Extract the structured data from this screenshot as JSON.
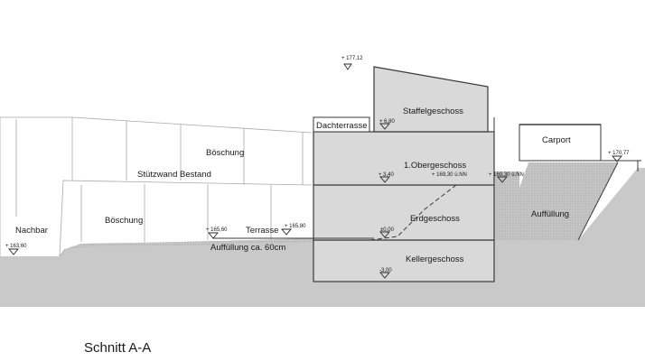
{
  "title": "Schnitt A-A",
  "labels": {
    "staffelgeschoss": "Staffelgeschoss",
    "dachterrasse": "Dachterrasse",
    "obergeschoss": "1.Obergeschoss",
    "erdgeschoss": "Erdgeschoss",
    "kellergeschoss": "Kellergeschoss",
    "carport": "Carport",
    "auffuellung_right": "Auffüllung",
    "auffuellung_left": "Auffüllung ca. 60cm",
    "boeschung_upper": "Böschung",
    "boeschung_lower": "Böschung",
    "stuetzwand": "Stützwand Bestand",
    "nachbar": "Nachbar",
    "terrasse": "Terrasse"
  },
  "elevations": {
    "roof_top": "+ 177,12",
    "staffel_floor": "+ 6,80",
    "og_floor": "+ 3,40",
    "og_nn": "+ 169,30 ü.NN",
    "right_nn": "+ 169,30 ü.NN",
    "carport": "+ 170,77",
    "eg_floor": "±0,00",
    "kg_floor": "-3,00",
    "terrace_left": "+ 165,60",
    "terrace_right": "+ 165,80",
    "neighbour": "+ 163,60"
  },
  "colors": {
    "ground_fill": "#c9c9c9",
    "building_fill": "#d9d9d9",
    "fill_hatch": "#c4c4c4",
    "line": "#3a3a3a",
    "light_line": "#a8a8a8"
  }
}
